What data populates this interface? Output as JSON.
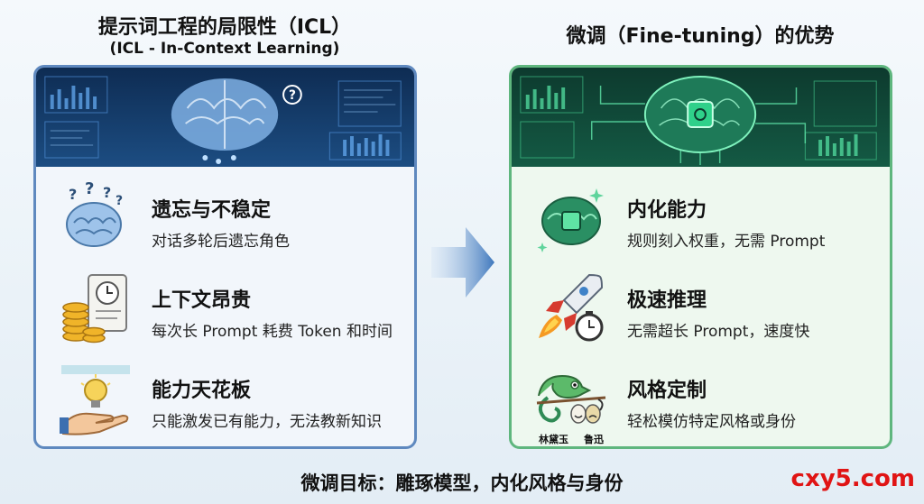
{
  "left": {
    "title": "提示词工程的局限性（ICL）",
    "subtitle": "(ICL - In-Context Learning)",
    "items": [
      {
        "heading": "遗忘与不稳定",
        "desc": "对话多轮后遗忘角色",
        "icon": "confused-brain-icon"
      },
      {
        "heading": "上下文昂贵",
        "desc": "每次长 Prompt 耗费 Token 和时间",
        "icon": "coins-clock-icon"
      },
      {
        "heading": "能力天花板",
        "desc": "只能激发已有能力，无法教新知识",
        "icon": "hand-lightbulb-icon"
      }
    ]
  },
  "right": {
    "title": "微调（Fine-tuning）的优势",
    "items": [
      {
        "heading": "内化能力",
        "desc": "规则刻入权重，无需 Prompt",
        "icon": "chip-brain-icon"
      },
      {
        "heading": "极速推理",
        "desc": "无需超长 Prompt，速度快",
        "icon": "rocket-stopwatch-icon"
      },
      {
        "heading": "风格定制",
        "desc": "轻松模仿特定风格或身份",
        "icon": "chameleon-masks-icon"
      }
    ],
    "tags": [
      "林黛玉",
      "鲁迅"
    ]
  },
  "bottom_note": "微调目标：雕琢模型，内化风格与身份",
  "watermark": "cxy5.com",
  "colors": {
    "left_border": "#5f89bf",
    "right_border": "#5fb67e",
    "arrow": "#4a7fc0",
    "watermark": "#e01414"
  }
}
